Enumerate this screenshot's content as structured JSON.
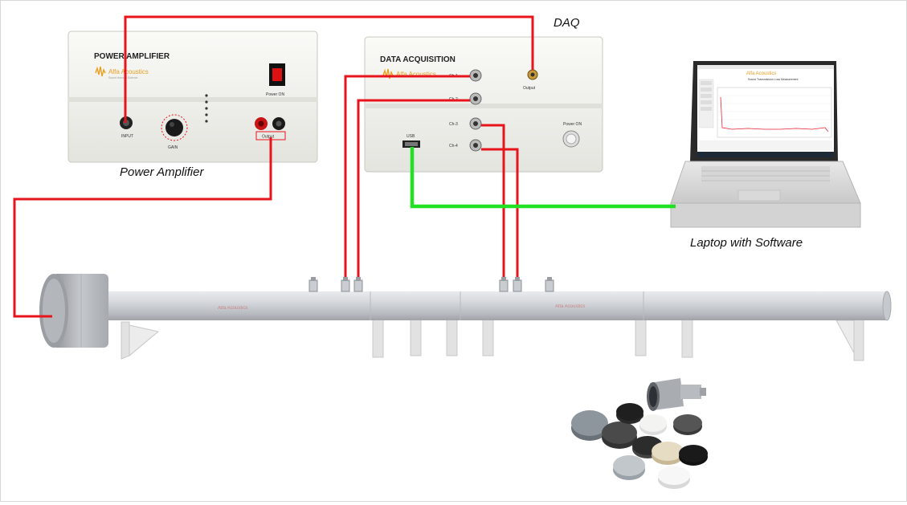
{
  "labels": {
    "daq": "DAQ",
    "power_amplifier": "Power Amplifier",
    "laptop": "Laptop with Software"
  },
  "amplifier": {
    "title": "POWER AMPLIFIER",
    "brand": "Alfa Acoustics",
    "brand_sub": "Sound through Science",
    "input": "INPUT",
    "gain": "GAIN",
    "output": "Output",
    "power_on": "Power ON"
  },
  "daq_box": {
    "title": "DATA ACQUISITION",
    "brand": "Alfa Acoustics",
    "ch1": "Ch-1",
    "ch2": "Ch-2",
    "ch3": "Ch-3",
    "ch4": "Ch-4",
    "usb": "USB",
    "output": "Output",
    "power_on": "Power ON"
  },
  "laptop_screen": {
    "title": "Alfa Acoustics",
    "window_heading": "Sound Transmission Loss Measurement"
  },
  "tube": {
    "brand_left": "Alfa Acoustics",
    "brand_right": "Alfa Acoustics"
  },
  "colors": {
    "wire_red": "#e8141c",
    "wire_green": "#22e022",
    "panel": "#f3f3ef",
    "tube": "#cfd2d6",
    "accent": "#e8a020"
  }
}
